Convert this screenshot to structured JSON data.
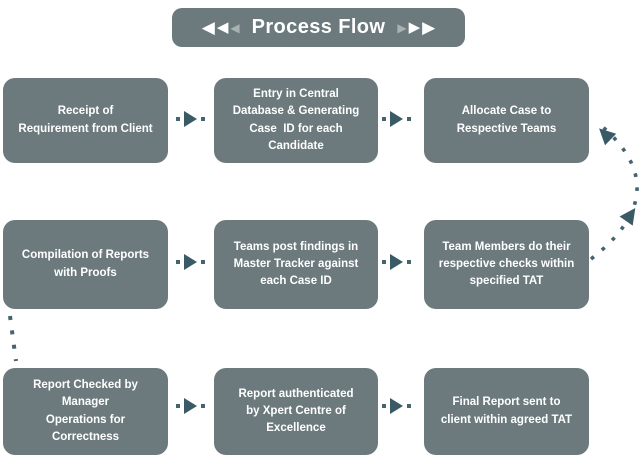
{
  "title": {
    "text": "Process Flow"
  },
  "icons": {
    "left_arrow": "◀",
    "right_arrow": "▶"
  },
  "colors": {
    "box_fill": "#6c7a7d",
    "connector_dot": "#44646f",
    "connector_arrow": "#3a5a66",
    "title_text": "#ffffff",
    "background": "#ffffff"
  },
  "steps": [
    {
      "text": "Receipt of\nRequirement from Client"
    },
    {
      "text": "Entry in Central\nDatabase & Generating\nCase  ID for each\nCandidate"
    },
    {
      "text": "Allocate Case to\nRespective Teams"
    },
    {
      "text": "Compilation of Reports\nwith Proofs"
    },
    {
      "text": "Teams post findings in\nMaster Tracker against\neach Case ID"
    },
    {
      "text": "Team Members do their\nrespective checks within\nspecified TAT"
    },
    {
      "text": "Report Checked by\nManager\nOperations for\nCorrectness"
    },
    {
      "text": "Report authenticated\nby Xpert Centre of\nExcellence"
    },
    {
      "text": "Final Report sent to\nclient within agreed TAT"
    }
  ]
}
